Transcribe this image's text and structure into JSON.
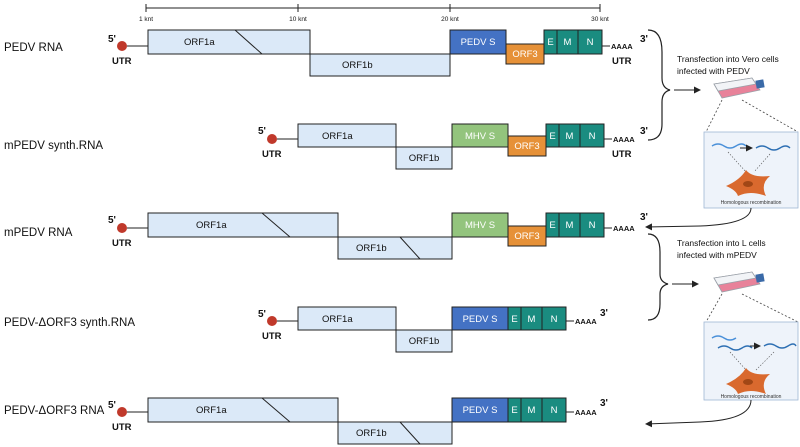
{
  "scale": {
    "ticks": [
      "1 knt",
      "10 knt",
      "20 knt",
      "30 knt"
    ]
  },
  "labels": {
    "utr": "UTR",
    "five_prime": "5'",
    "three_prime": "3'",
    "poly_a": "AAAA",
    "orf1a": "ORF1a",
    "orf1b": "ORF1b",
    "pedv_s": "PEDV S",
    "mhv_s": "MHV S",
    "orf3": "ORF3",
    "e": "E",
    "m": "M",
    "n": "N"
  },
  "rows": [
    {
      "label": "PEDV RNA"
    },
    {
      "label": "mPEDV synth.RNA"
    },
    {
      "label": "mPEDV RNA"
    },
    {
      "label": "PEDV-ΔORF3 synth.RNA"
    },
    {
      "label": "PEDV-ΔORF3 RNA"
    }
  ],
  "steps": [
    {
      "line1": "Transfection into Vero cells",
      "line2": "infected with PEDV",
      "inset": "Homologous recombination"
    },
    {
      "line1": "Transfection into L cells",
      "line2": "infected with mPEDV",
      "inset": "Homologous recombination"
    }
  ],
  "colors": {
    "orf1": "#dbe9f8",
    "pedv_s": "#4472c4",
    "mhv_s": "#93c47d",
    "orf3": "#e69138",
    "emn": "#1a8c80",
    "cap": "#c0392b",
    "flask": "#e8829a",
    "cell": "#d9692e",
    "inset_bg": "#eef3fa"
  }
}
